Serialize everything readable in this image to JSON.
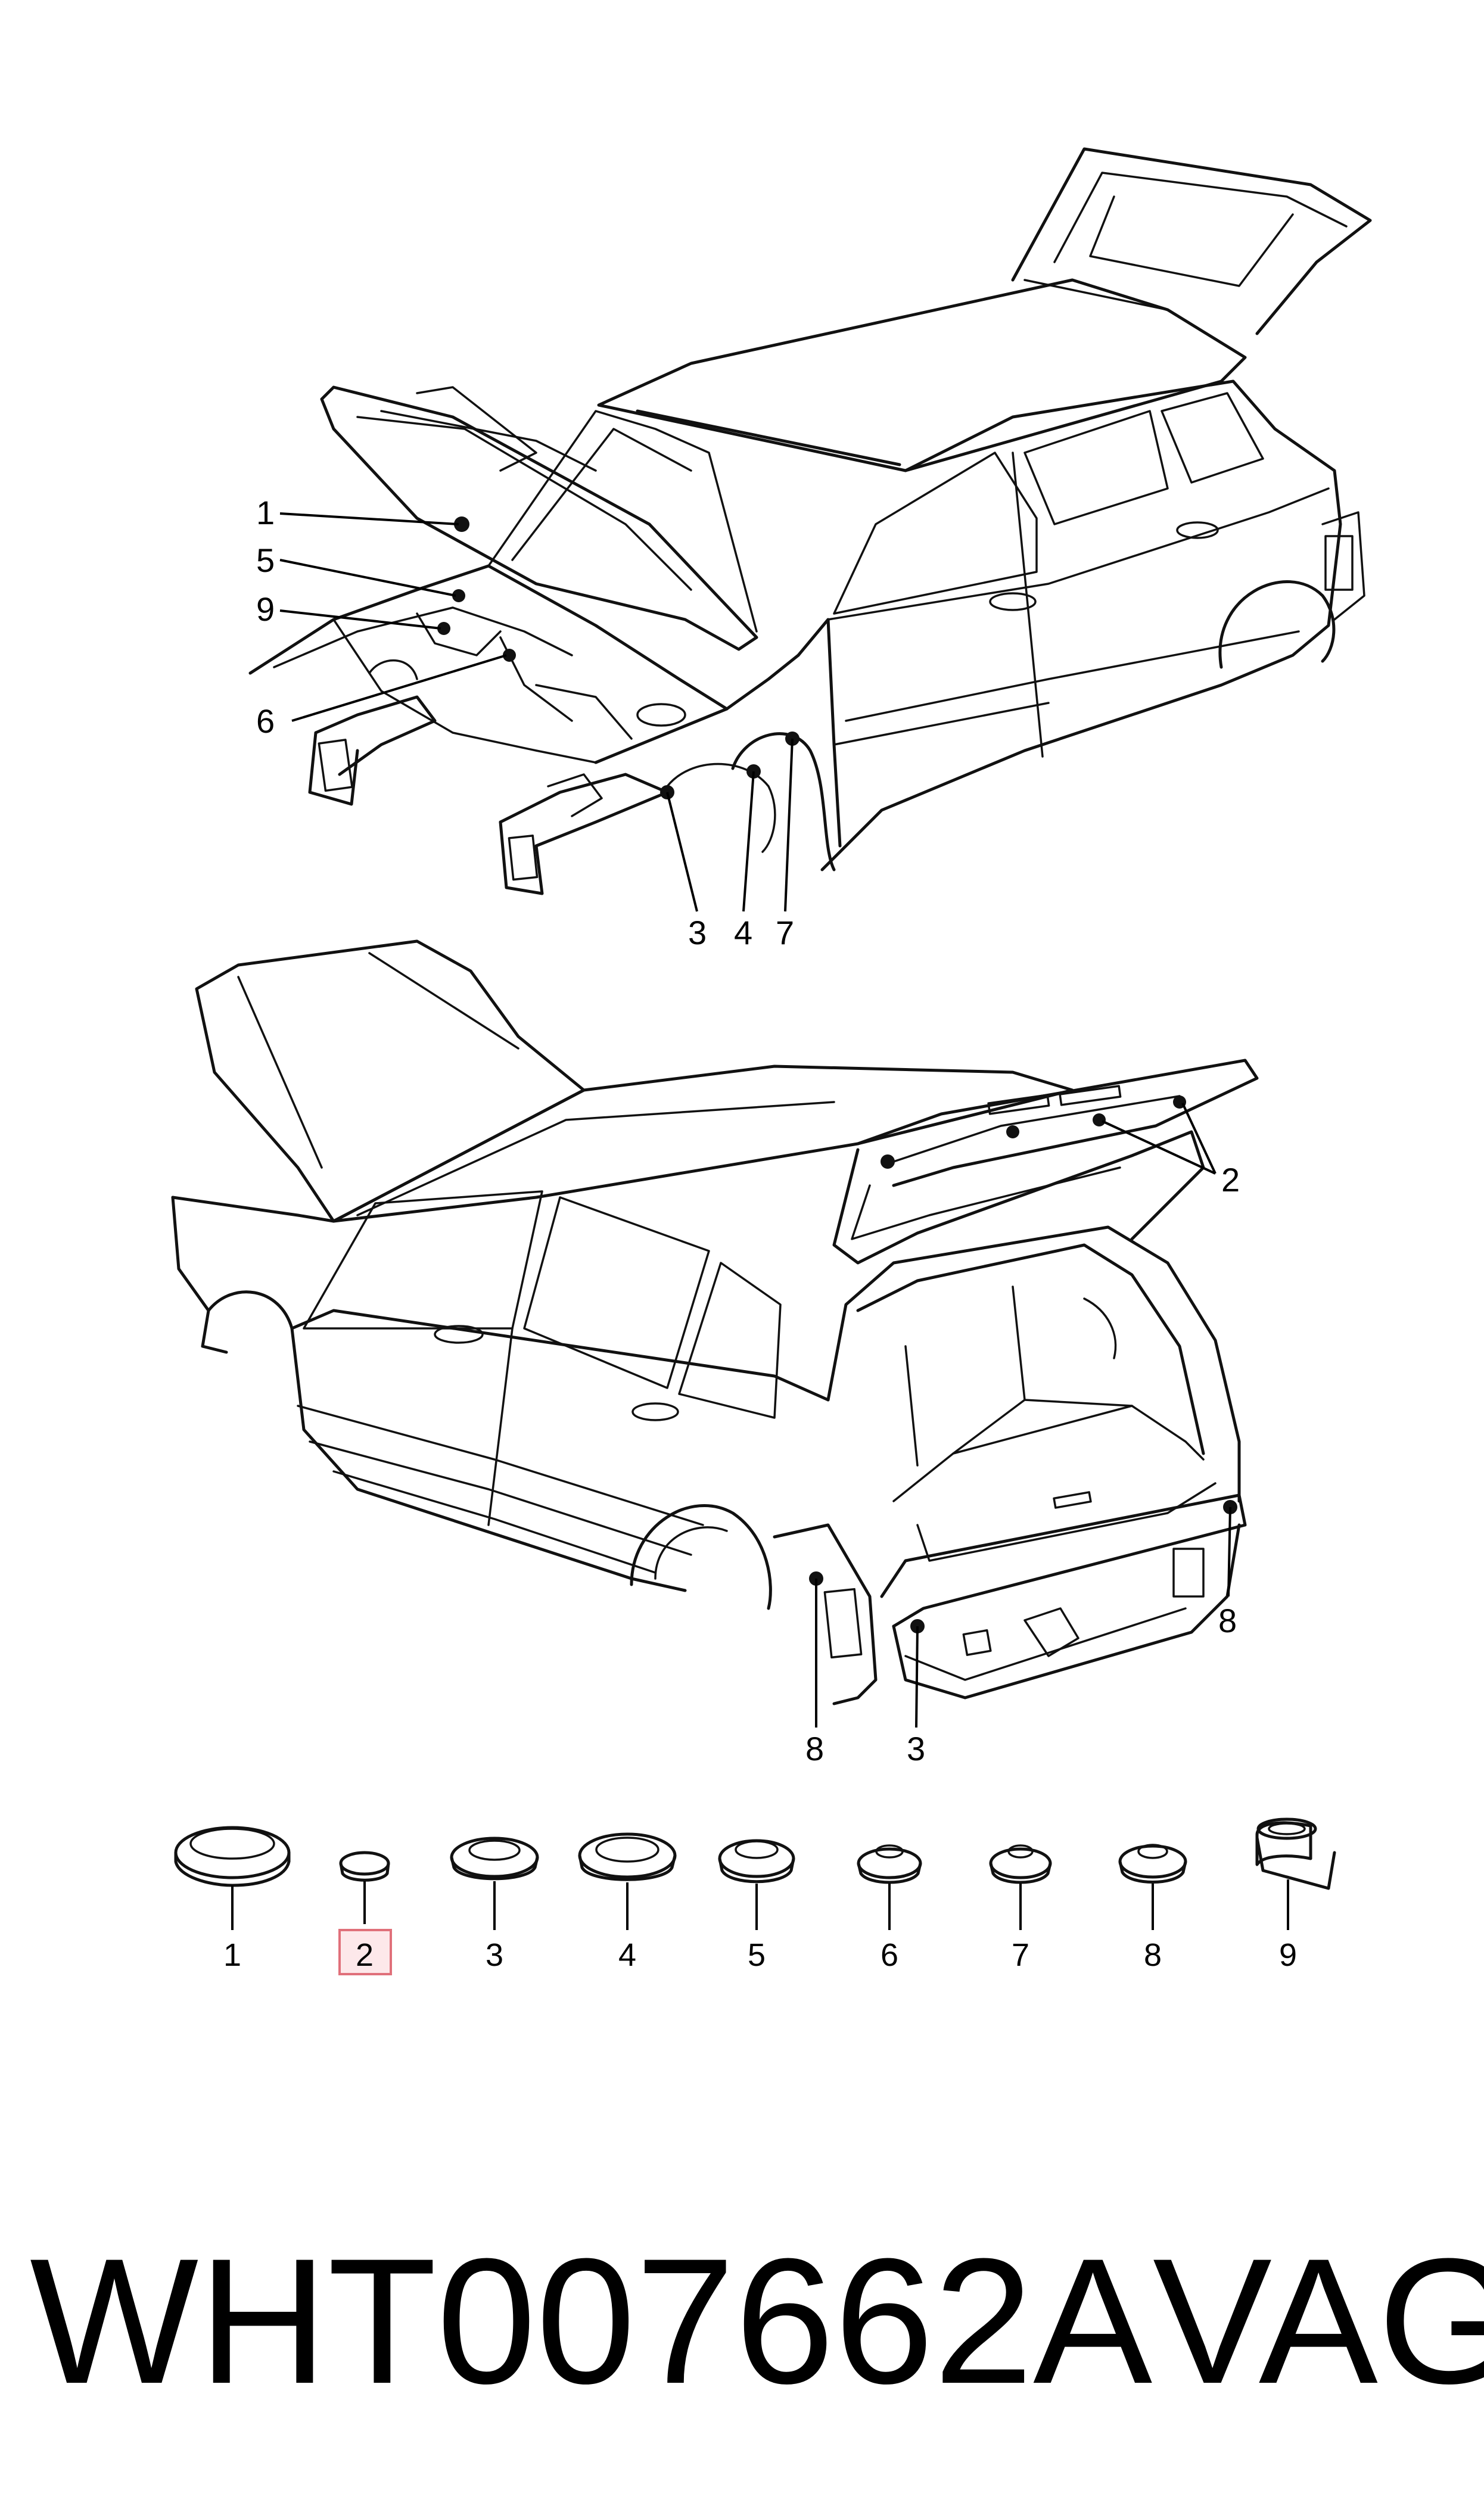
{
  "callouts_top": [
    "1",
    "5",
    "9",
    "6",
    "3",
    "4",
    "7"
  ],
  "callouts_bottom": [
    "2",
    "8",
    "3",
    "8"
  ],
  "parts_legend": [
    "1",
    "2",
    "3",
    "4",
    "5",
    "6",
    "7",
    "8",
    "9"
  ],
  "highlighted_item": "2",
  "footer": {
    "part_number": "WHT007662A",
    "brand": "VAG"
  },
  "colors": {
    "highlight_border": "#e0707a",
    "highlight_fill": "#fde8ea",
    "line": "#111111"
  }
}
